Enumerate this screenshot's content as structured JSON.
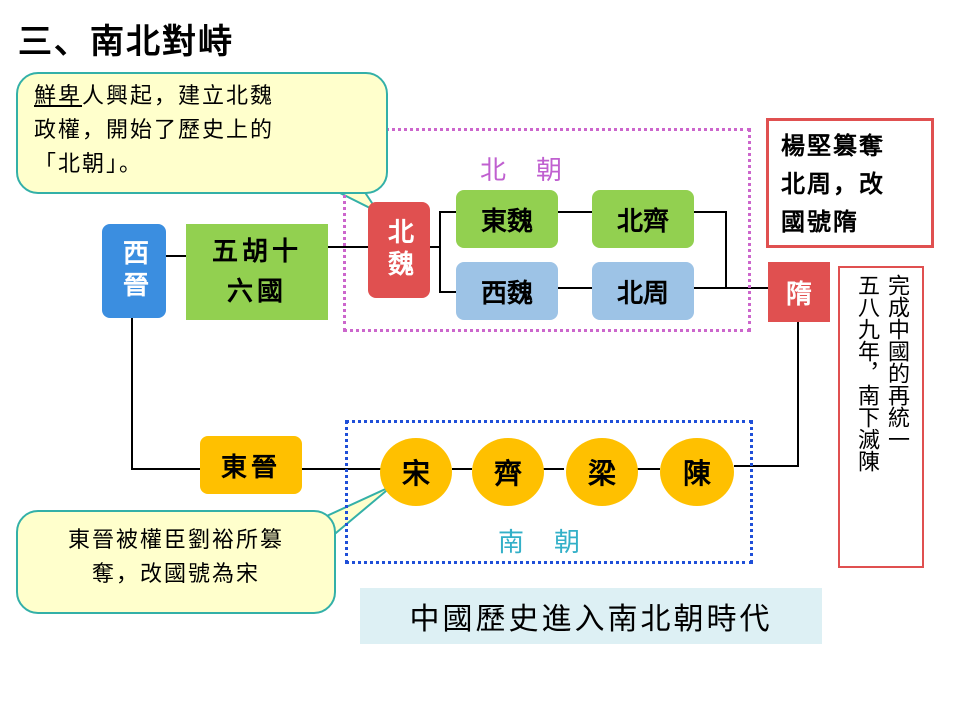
{
  "title": "三、南北對峙",
  "callout_north": {
    "line1_prefix": "鮮卑",
    "line1_rest": "人興起，建立北魏",
    "line2": "政權，開始了歷史上的",
    "line3": "「北朝」。"
  },
  "callout_south": {
    "line1": "東晉被權臣劉裕所篡",
    "line2": "奪，改國號為宋"
  },
  "north_label": "北朝",
  "south_label": "南朝",
  "nodes": {
    "xijin": "西晉",
    "wuhu": [
      "五胡十",
      "六國"
    ],
    "beiwei": "北魏",
    "dongwei": "東魏",
    "beiqi": "北齊",
    "xiwei": "西魏",
    "beizhou": "北周",
    "sui": "隋",
    "dongjin": "東晉",
    "song": "宋",
    "qi": "齊",
    "liang": "梁",
    "chen": "陳"
  },
  "note_yangjian": [
    "楊堅篡奪",
    "北周，改",
    "國號隋"
  ],
  "note_unify": "完成中國的再統一",
  "note_unify_col2": "五八九年，南下滅陳",
  "banner": "中國歷史進入南北朝時代",
  "colors": {
    "red": "#e05050",
    "blue_node": "#3b8ee0",
    "green": "#92d050",
    "light_blue": "#9dc3e6",
    "gold": "#ffc000"
  }
}
